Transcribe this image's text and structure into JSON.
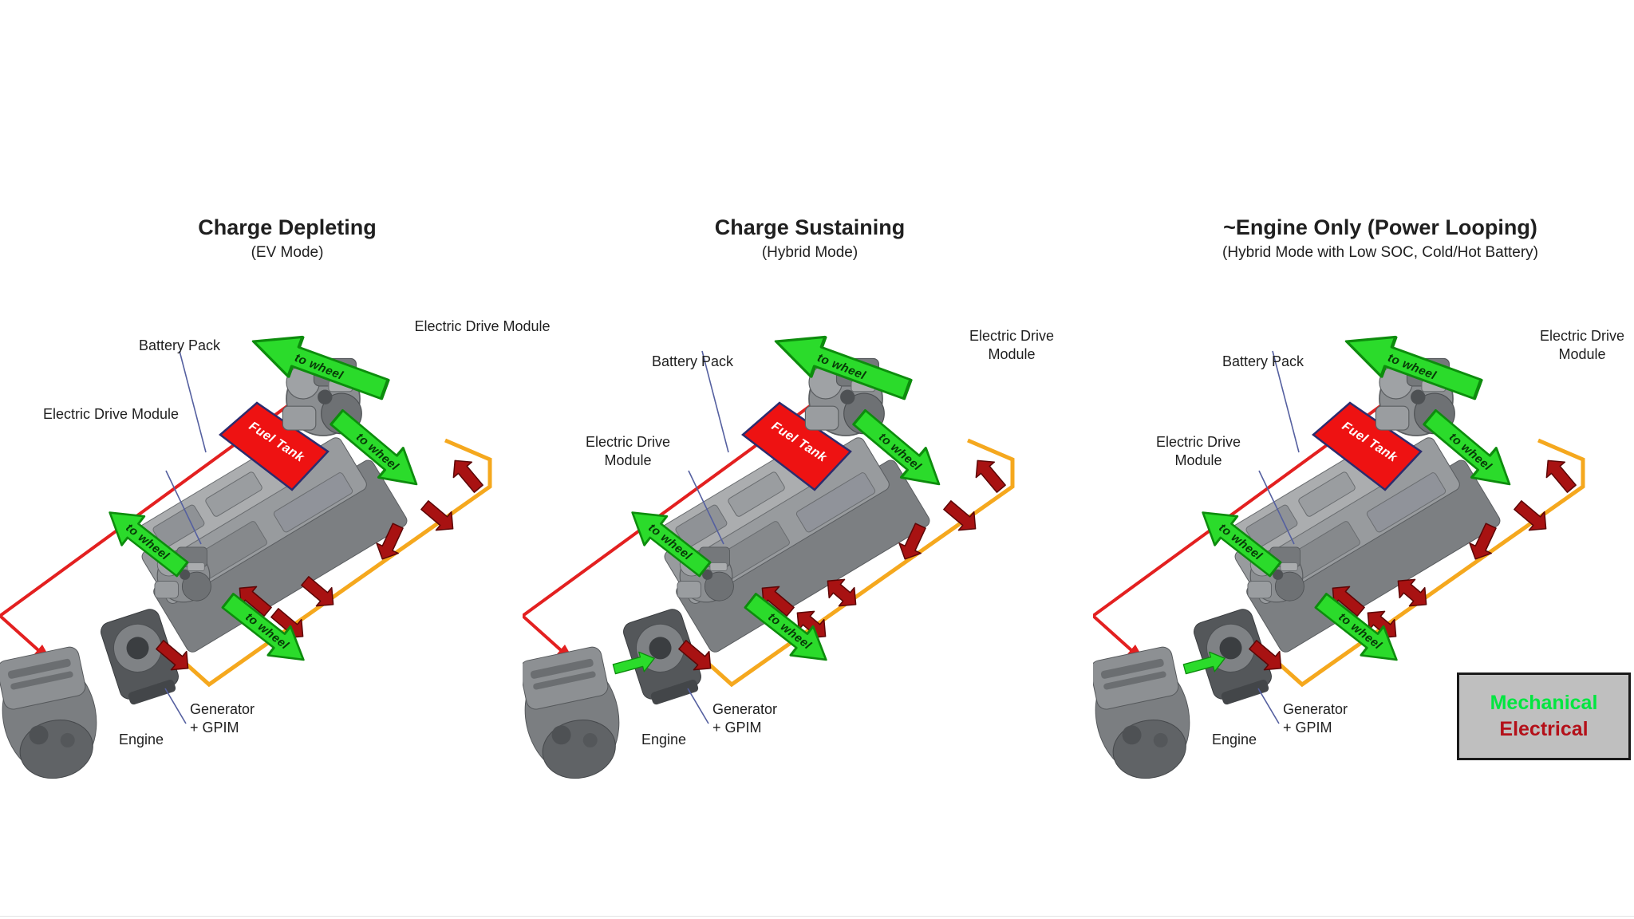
{
  "labels": {
    "to_wheel": "to wheel"
  },
  "legend": {
    "mechanical": "Mechanical",
    "electrical": "Electrical"
  },
  "colors": {
    "mechanical_green": "#2bdb2b",
    "mechanical_green_edge": "#0d8c0d",
    "electrical_red_line": "#e32020",
    "orange_bus_line": "#f5a81e",
    "flow_arrow_maroon": "#a81212",
    "fuel_tank_red": "#ee1212",
    "legend_mechanical_text": "#00e640",
    "legend_electrical_text": "#b41019",
    "legend_background": "#bfbfbf",
    "label_pointer_navy": "#5560a0"
  },
  "panels": [
    {
      "title": "Charge Depleting",
      "subtitle": "(EV Mode)",
      "battery_pack": "Battery Pack",
      "edm_left": "Electric Drive Module",
      "edm_right": "Electric Drive Module",
      "fuel_tank": "Fuel Tank",
      "engine": "Engine",
      "generator_line1": "Generator",
      "generator_line2": "+ GPIM",
      "engine_to_generator_mechanical_arrow": false,
      "bidirectional_battery_flow": false
    },
    {
      "title": "Charge Sustaining",
      "subtitle": "(Hybrid Mode)",
      "battery_pack": "Battery Pack",
      "edm_left": "Electric Drive Module",
      "edm_right": "Electric Drive Module",
      "fuel_tank": "Fuel Tank",
      "engine": "Engine",
      "generator_line1": "Generator",
      "generator_line2": "+ GPIM",
      "engine_to_generator_mechanical_arrow": true,
      "bidirectional_battery_flow": true
    },
    {
      "title": "~Engine Only (Power Looping)",
      "subtitle": "(Hybrid Mode with Low SOC, Cold/Hot Battery)",
      "battery_pack": "Battery Pack",
      "edm_left": "Electric Drive Module",
      "edm_right": "Electric Drive Module",
      "fuel_tank": "Fuel Tank",
      "engine": "Engine",
      "generator_line1": "Generator",
      "generator_line2": "+ GPIM",
      "engine_to_generator_mechanical_arrow": true,
      "bidirectional_battery_flow": true
    }
  ]
}
